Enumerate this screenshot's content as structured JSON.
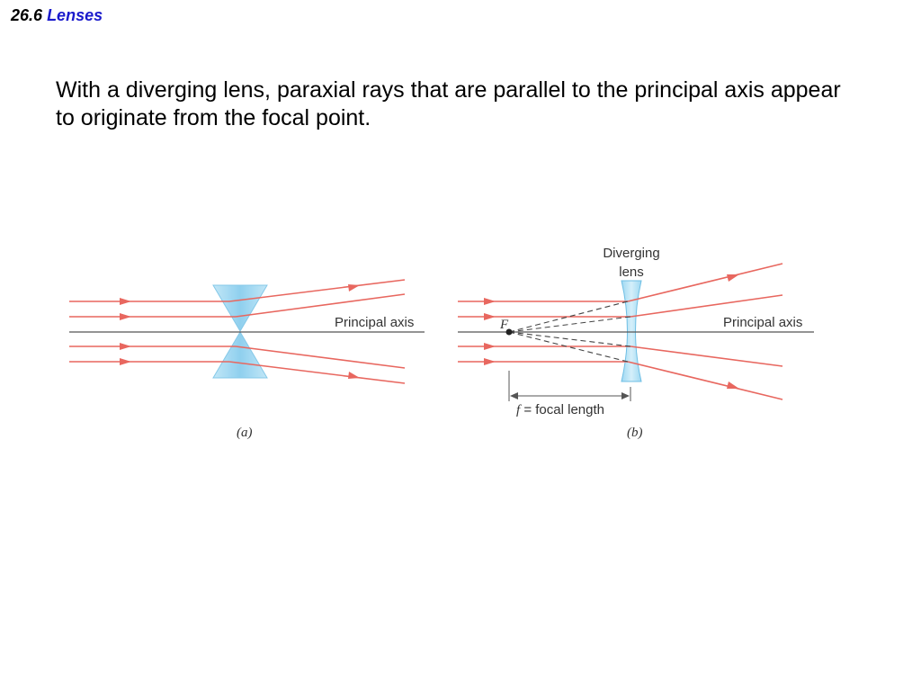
{
  "heading": {
    "number": "26.6",
    "topic": "Lenses"
  },
  "statement": "With a diverging lens, paraxial rays that are parallel to the principal axis appear to originate from the focal point.",
  "figure": {
    "a": {
      "axis_label": "Principal axis",
      "caption": "(a)"
    },
    "b": {
      "lens_label_line1": "Diverging",
      "lens_label_line2": "lens",
      "axis_label": "Principal axis",
      "focal_point_label": "F",
      "focal_length_symbol": "f",
      "focal_length_text": " = focal length",
      "caption": "(b)"
    }
  },
  "colors": {
    "ray": "#e8675f",
    "axis": "#555555",
    "lens_fill": "#8fd0ee",
    "lens_stroke": "#6fbfe4",
    "dashed": "#444444",
    "heading_topic": "#1a1acc"
  }
}
